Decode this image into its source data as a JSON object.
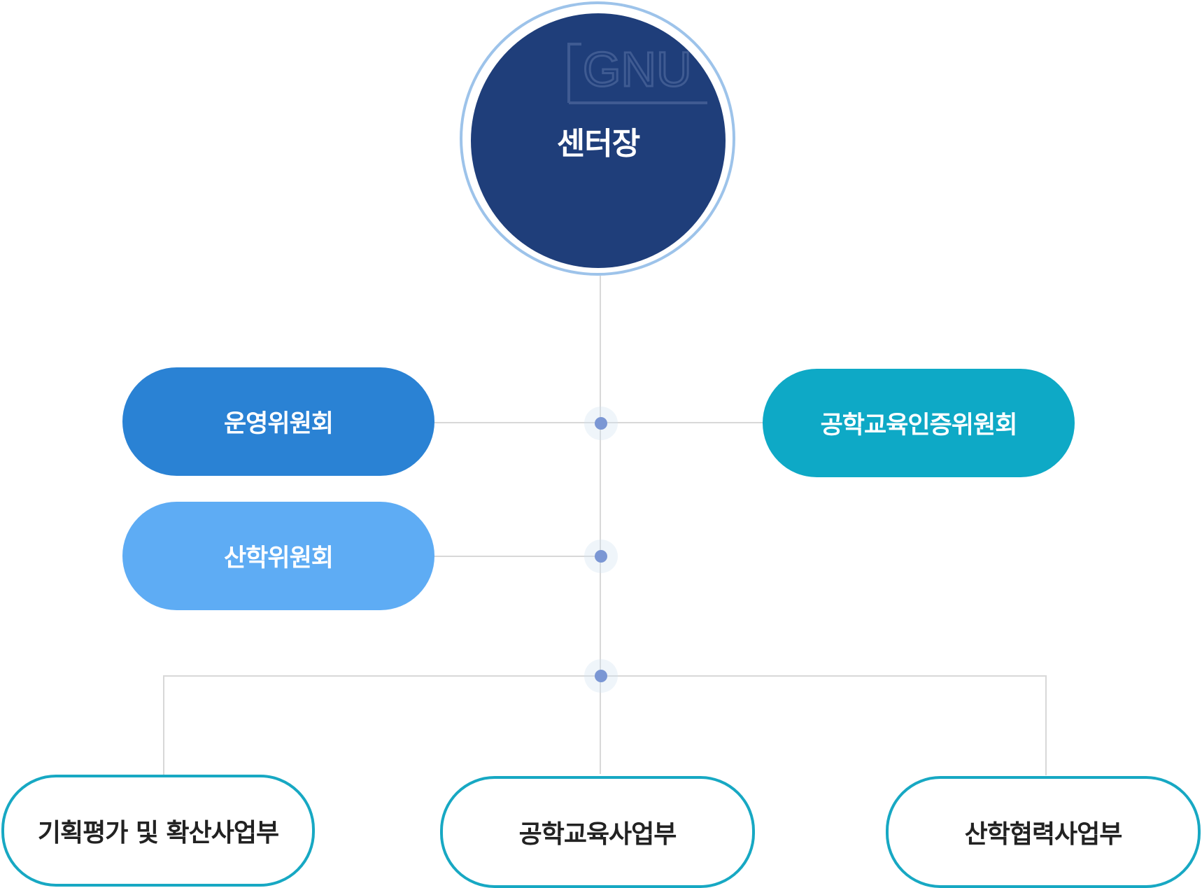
{
  "center": {
    "label": "센터장",
    "watermark_text": "GNU"
  },
  "committees": {
    "operations": "운영위원회",
    "industry_academia": "산학위원회",
    "engineering_education_accreditation": "공학교육인증위원회"
  },
  "departments": [
    "기획평가 및 확산사업부",
    "공학교육사업부",
    "산학협력사업부"
  ],
  "colors": {
    "center_fill": "#1f3e7a",
    "center_ring": "#9dc3ea",
    "operations_fill": "#2a82d4",
    "industry_academia_fill": "#5eacf4",
    "accreditation_fill": "#0ea9c6",
    "department_border": "#17a8c3",
    "connector_line": "#d8d8d8",
    "node_dot": "#7b97d4"
  }
}
